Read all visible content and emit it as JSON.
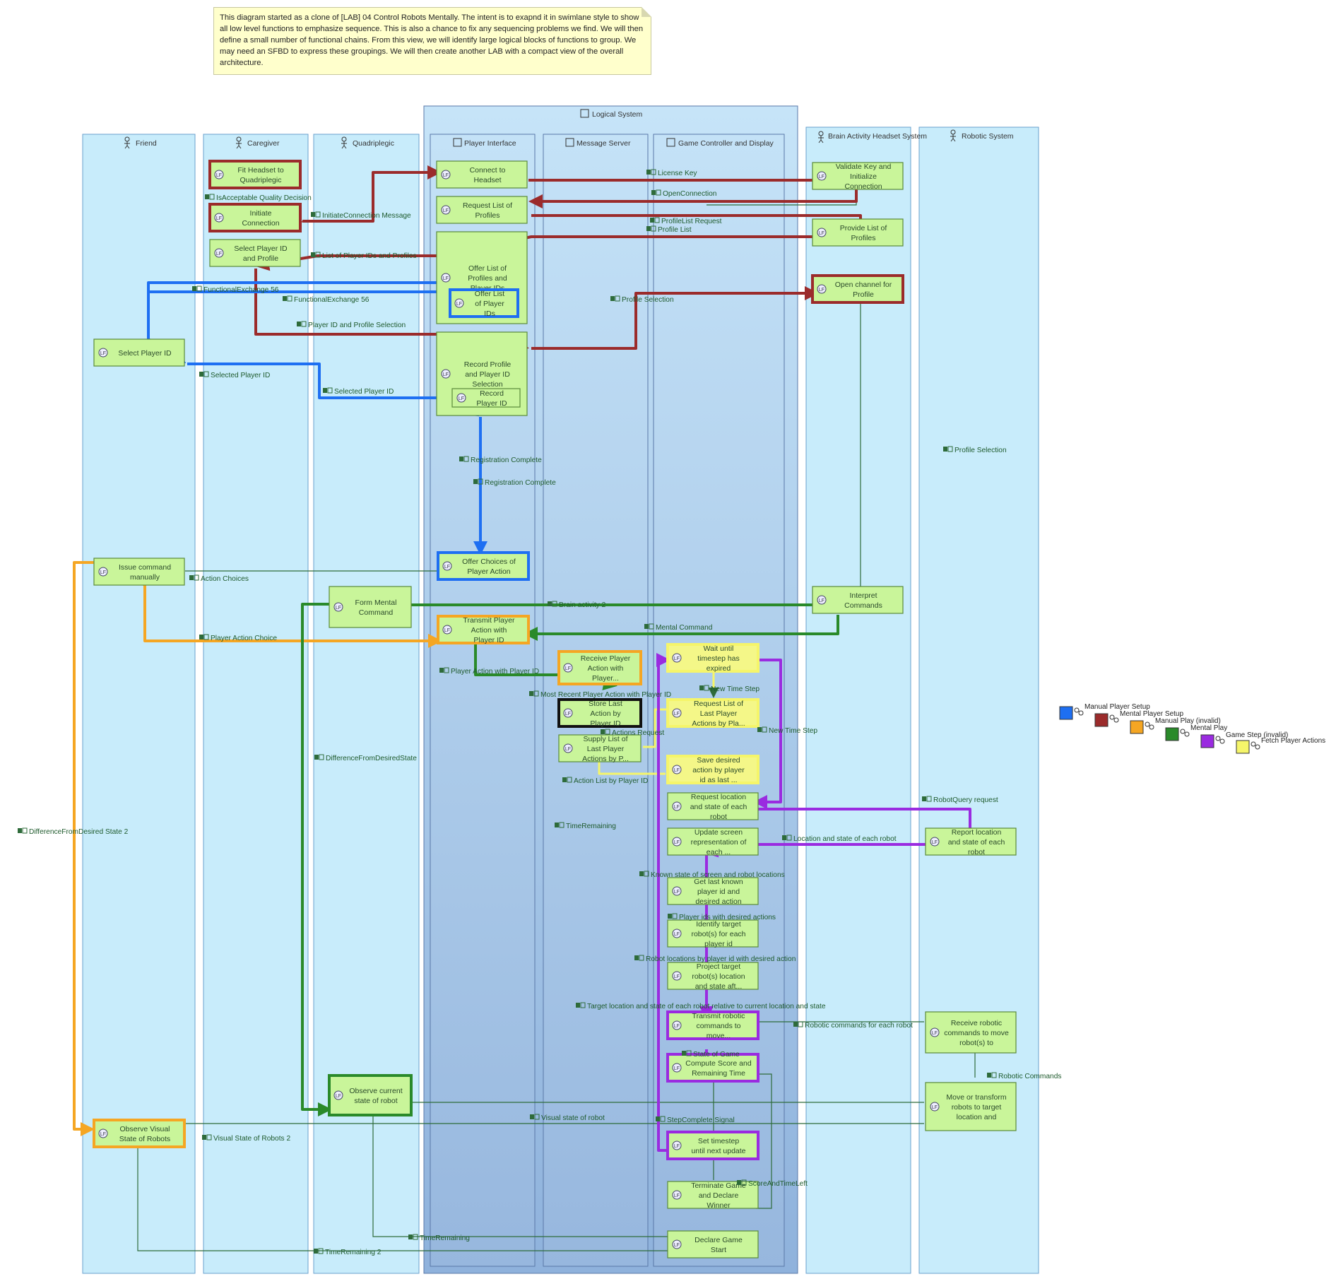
{
  "note": "This diagram started as a clone of [LAB] 04 Control Robots Mentally. The intent is to exapnd it in swimlane style to show all low level functions to emphasize sequence. This is also a chance to fix any sequencing problems we find. We will then define a small number of functional chains. From this view, we will identify large logical blocks of functions to group. We may need an SFBD to express these groupings. We will then create another LAB with a compact view of the overall architecture.",
  "colors": {
    "manual_player_setup": "#1e6ff2",
    "mental_player_setup": "#9b2b2b",
    "manual_play": "#f5a623",
    "mental_play": "#2a8a2a",
    "game_step": "#9a2be0",
    "fetch_player_actions": "#f5f56a",
    "exchange": "#2e6b3a",
    "function_fill": "#c9f59a",
    "lane_fill": "#c8ecfb"
  },
  "lanes": [
    {
      "id": "friend",
      "label": "Friend",
      "icon": "actor-icon"
    },
    {
      "id": "caregiver",
      "label": "Caregiver",
      "icon": "actor-icon"
    },
    {
      "id": "quadriplegic",
      "label": "Quadriplegic",
      "icon": "actor-icon"
    },
    {
      "id": "logical_system",
      "label": "Logical System",
      "icon": "component-icon"
    },
    {
      "id": "player_interface",
      "label": "Player Interface",
      "icon": "component-icon"
    },
    {
      "id": "message_server",
      "label": "Message Server",
      "icon": "component-icon"
    },
    {
      "id": "game_controller",
      "label": "Game Controller and Display",
      "icon": "component-icon"
    },
    {
      "id": "brain_headset",
      "label": "Brain Activity Headset System",
      "icon": "actor-icon"
    },
    {
      "id": "robotic_system",
      "label": "Robotic System",
      "icon": "actor-icon"
    }
  ],
  "functions": [
    {
      "id": "fit_headset",
      "label": "Fit Headset to Quadriplegic",
      "chain": "mental_player_setup"
    },
    {
      "id": "initiate_connection",
      "label": "Initiate Connection",
      "chain": "mental_player_setup"
    },
    {
      "id": "select_player_profile",
      "label": "Select Player ID and Profile",
      "chain": ""
    },
    {
      "id": "select_player_id",
      "label": "Select Player ID",
      "chain": ""
    },
    {
      "id": "connect_headset",
      "label": "Connect to Headset",
      "chain": ""
    },
    {
      "id": "request_profiles",
      "label": "Request List of Profiles",
      "chain": ""
    },
    {
      "id": "offer_profiles",
      "label": "Offer List of Profiles and Player IDs",
      "chain": ""
    },
    {
      "id": "offer_player_ids",
      "label": "Offer List of Player IDs",
      "chain": "manual_player_setup"
    },
    {
      "id": "record_profile",
      "label": "Record Profile and Player ID Selection",
      "chain": ""
    },
    {
      "id": "record_player_id",
      "label": "Record Player ID",
      "chain": ""
    },
    {
      "id": "validate_key",
      "label": "Validate Key and Initialize Connection",
      "chain": ""
    },
    {
      "id": "provide_profiles",
      "label": "Provide List of Profiles",
      "chain": ""
    },
    {
      "id": "open_channel",
      "label": "Open channel for Profile",
      "chain": "mental_player_setup"
    },
    {
      "id": "issue_command",
      "label": "Issue command manually",
      "chain": ""
    },
    {
      "id": "offer_choices",
      "label": "Offer Choices of Player Action",
      "chain": "manual_player_setup"
    },
    {
      "id": "form_mental",
      "label": "Form Mental Command",
      "chain": ""
    },
    {
      "id": "interpret_commands",
      "label": "Interpret Commands",
      "chain": ""
    },
    {
      "id": "transmit_action",
      "label": "Transmit Player Action with Player ID",
      "chain": "manual_play"
    },
    {
      "id": "receive_action",
      "label": "Receive Player Action with Player...",
      "chain": "manual_play"
    },
    {
      "id": "store_last",
      "label": "Store Last Action by Player ID",
      "chain": "black"
    },
    {
      "id": "supply_list",
      "label": "Supply List of Last Player Actions by P...",
      "chain": ""
    },
    {
      "id": "wait_timestep",
      "label": "Wait until timestep has expired",
      "chain": "fetch_player_actions"
    },
    {
      "id": "request_last",
      "label": "Request List of Last Player Actions by Pla...",
      "chain": "fetch_player_actions"
    },
    {
      "id": "save_desired",
      "label": "Save desired action by player id as last ...",
      "chain": "fetch_player_actions"
    },
    {
      "id": "request_location",
      "label": "Request location and state of each robot",
      "chain": ""
    },
    {
      "id": "update_screen",
      "label": "Update screen representation of each ...",
      "chain": ""
    },
    {
      "id": "get_last",
      "label": "Get last known player id and desired action",
      "chain": ""
    },
    {
      "id": "identify_target",
      "label": "Identify target robot(s) for each player id",
      "chain": ""
    },
    {
      "id": "project_target",
      "label": "Project target robot(s) location and state aft...",
      "chain": ""
    },
    {
      "id": "transmit_robotic",
      "label": "Transmit robotic commands to move...",
      "chain": "game_step"
    },
    {
      "id": "compute_score",
      "label": "Compute Score and Remaining Time",
      "chain": "game_step"
    },
    {
      "id": "set_timestep",
      "label": "Set timestep until next update",
      "chain": "game_step"
    },
    {
      "id": "terminate_game",
      "label": "Terminate Game and Declare Winner",
      "chain": ""
    },
    {
      "id": "declare_start",
      "label": "Declare Game Start",
      "chain": ""
    },
    {
      "id": "report_location",
      "label": "Report location and state of each robot",
      "chain": ""
    },
    {
      "id": "receive_robotic",
      "label": "Receive robotic commands to move robot(s) to target loc...",
      "chain": ""
    },
    {
      "id": "move_robots",
      "label": "Move or transform robots to target location and state",
      "chain": ""
    },
    {
      "id": "observe_current",
      "label": "Observe current state of robot",
      "chain": "mental_play"
    },
    {
      "id": "observe_visual",
      "label": "Observe Visual State of Robots",
      "chain": "manual_play"
    }
  ],
  "exchange_labels": [
    "IsAcceptable Quality Decision",
    "InitiateConnection Message",
    "License Key",
    "OpenConnection",
    "ProfileList Request",
    "Profile List",
    "List of Player IDs and Profiles",
    "FunctionalExchange 56",
    "FunctionalExchange 56",
    "Profile Selection",
    "Player ID and Profile Selection",
    "Selected Player ID",
    "Selected Player ID",
    "Registration Complete",
    "Registration Complete",
    "Profile Selection",
    "Action Choices",
    "Brain activity 2",
    "Mental Command",
    "Player Action Choice",
    "Player Action with Player ID",
    "Most Recent Player Action with Player ID",
    "New Time Step",
    "Actions Request",
    "New Time Step",
    "Action List by Player ID",
    "DifferenceFromDesiredState",
    "DifferenceFromDesired State 2",
    "TimeRemaining",
    "RobotQuery request",
    "Location and state of each robot",
    "Known state of screen and robot locations",
    "Player ids with desired actions",
    "Robot locations by player id with desired action",
    "Target location and state of each robot relative to current location and state",
    "Robotic commands for each robot",
    "State of Game",
    "Robotic Commands",
    "Visual state of robot",
    "StepComplete Signal",
    "Visual State of Robots 2",
    "ScoreAndTimeLeft",
    "TimeRemaining",
    "TimeRemaining 2"
  ],
  "legend": [
    {
      "label": "Manual Player Setup",
      "color": "#1e6ff2"
    },
    {
      "label": "Mental Player Setup",
      "color": "#9b2b2b"
    },
    {
      "label": "Manual Play (invalid)",
      "color": "#f5a623"
    },
    {
      "label": "Mental Play",
      "color": "#2a8a2a"
    },
    {
      "label": "Game Step (invalid)",
      "color": "#9a2be0"
    },
    {
      "label": "Fetch Player Actions",
      "color": "#f5f56a"
    }
  ]
}
